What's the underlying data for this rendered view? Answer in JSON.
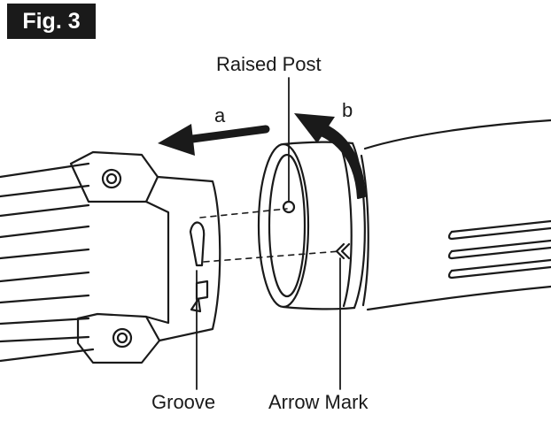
{
  "figure": {
    "label": "Fig. 3"
  },
  "labels": {
    "raised_post": "Raised Post",
    "arrow_a": "a",
    "arrow_b": "b",
    "groove": "Groove",
    "arrow_mark": "Arrow Mark"
  }
}
